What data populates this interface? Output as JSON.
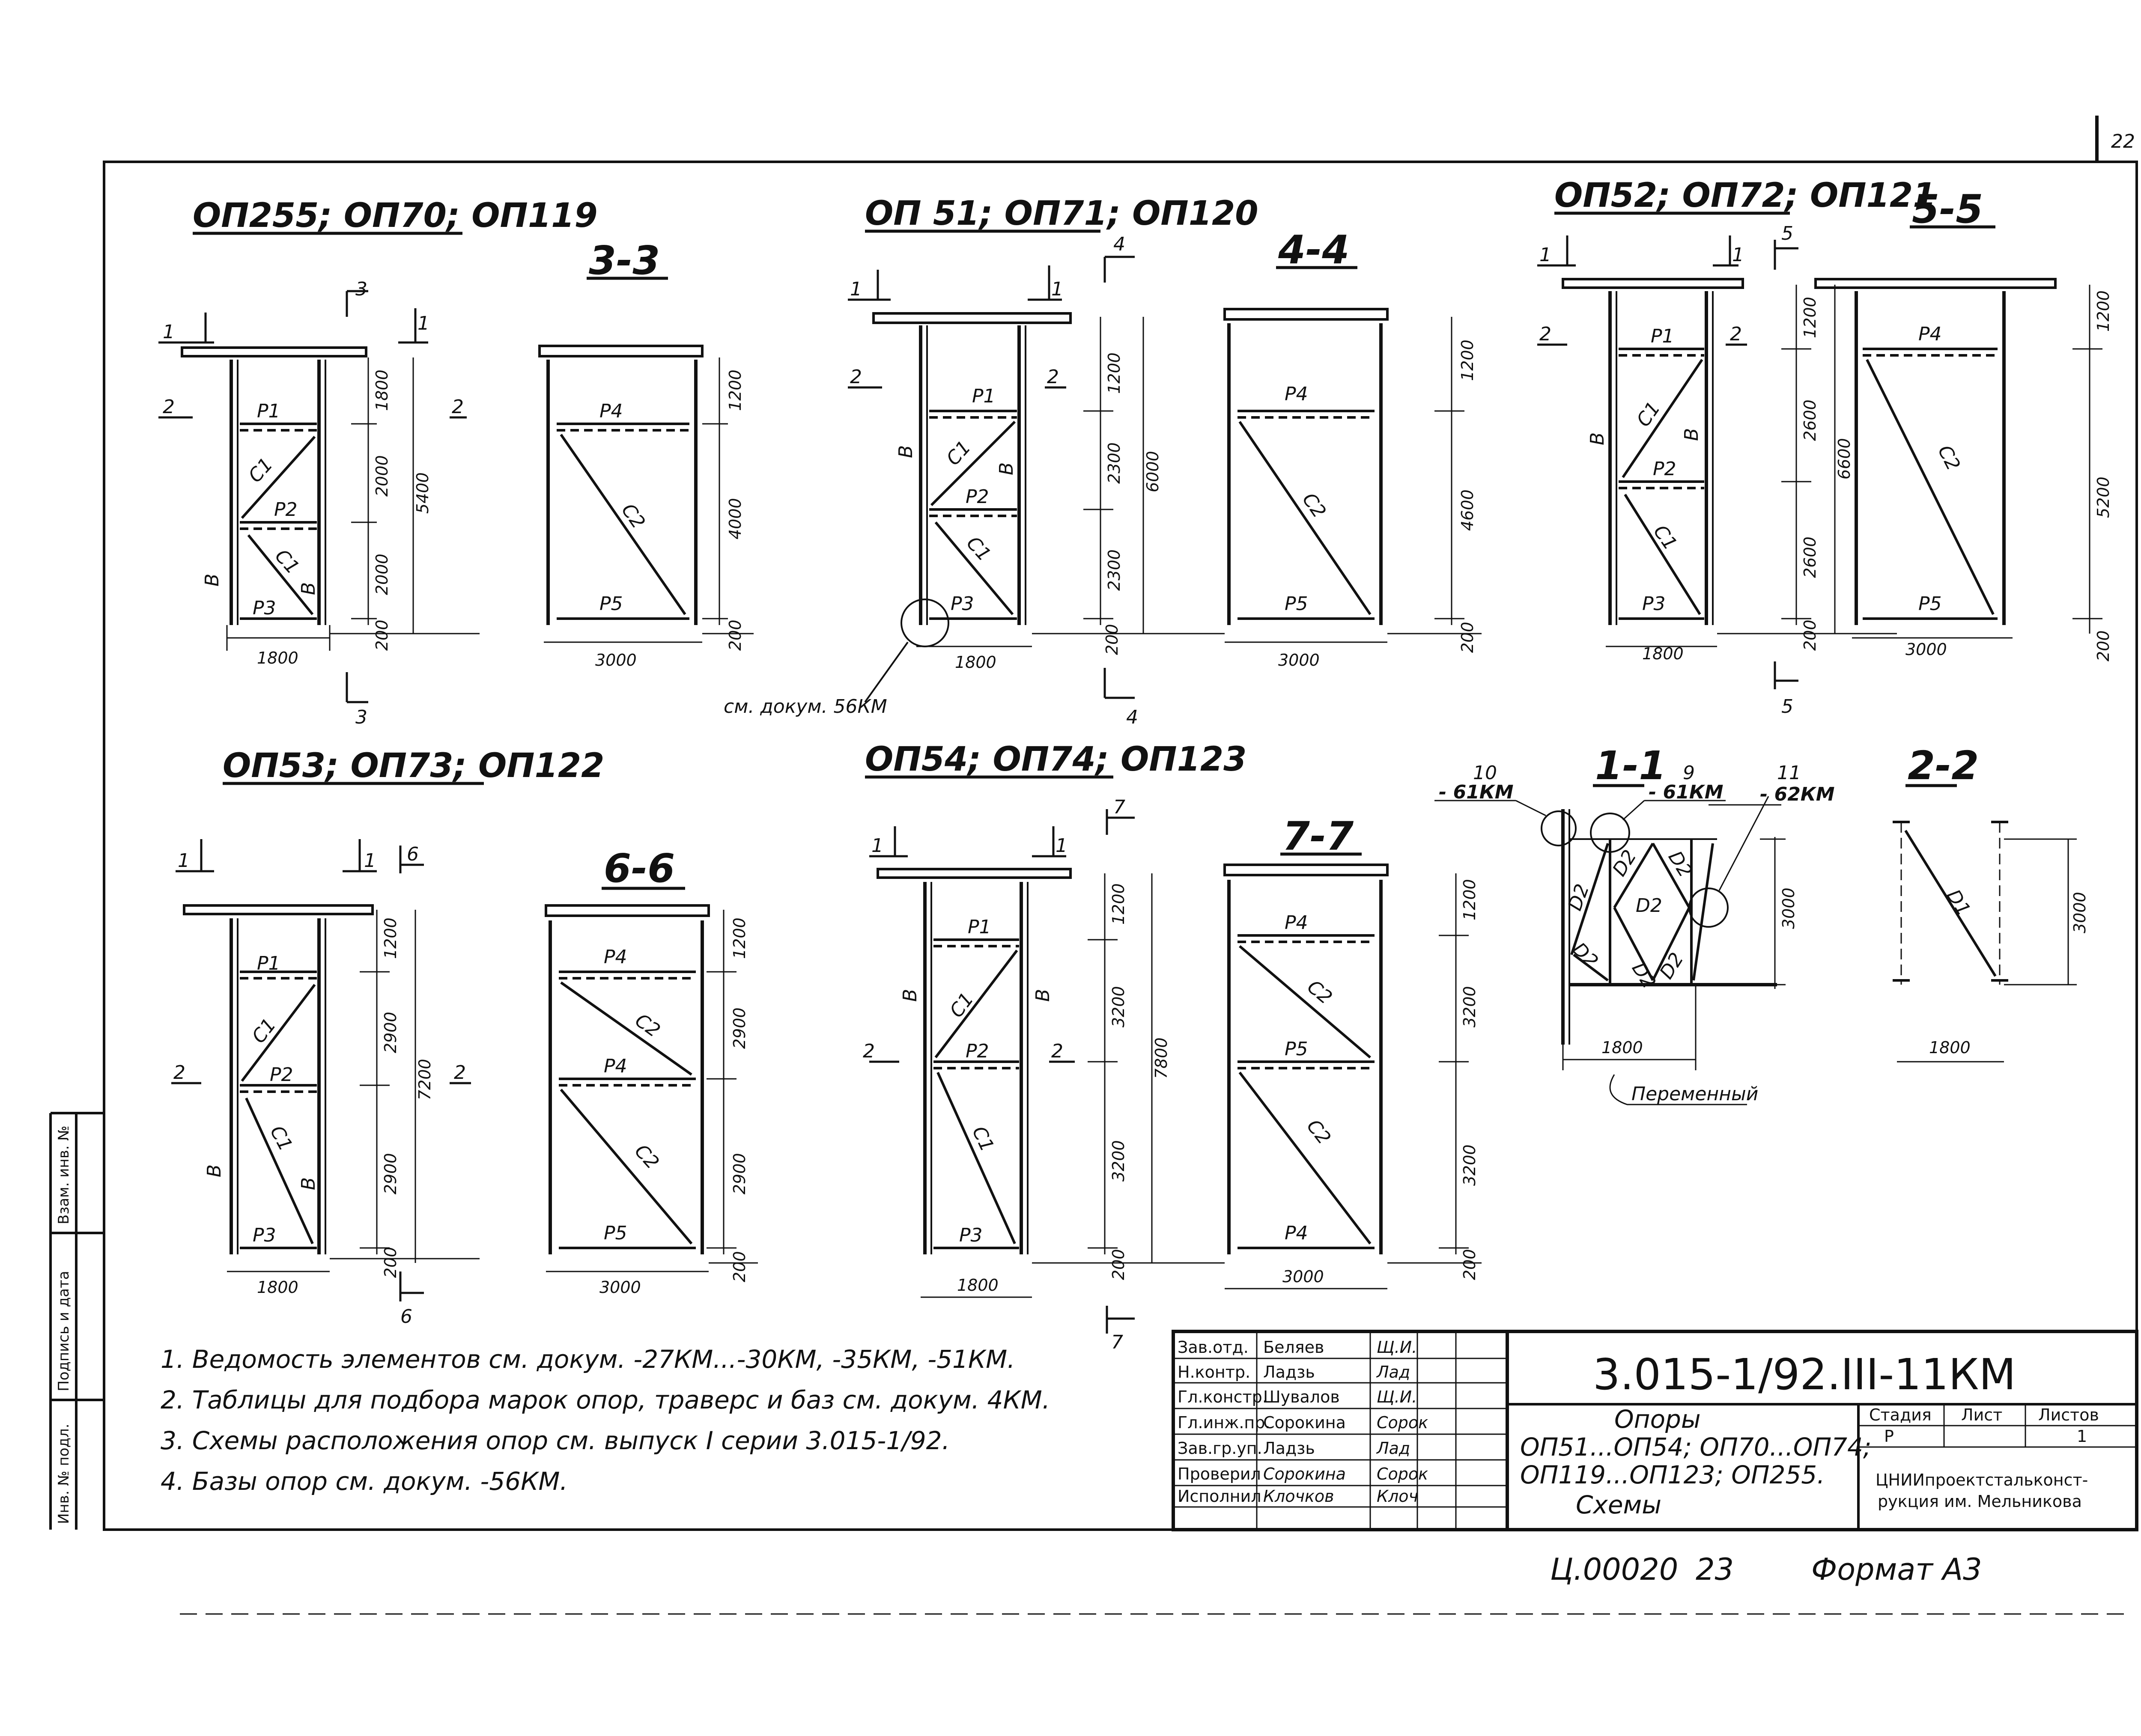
{
  "sheet_number": "22",
  "frame_labels": [
    "Взам. инв. №",
    "Подпись и дата",
    "Инв. № подл."
  ],
  "views": {
    "v1": {
      "title": "ОП255; ОП70; ОП119",
      "members": {
        "p1": "Р1",
        "p2": "Р2",
        "p3": "Р3",
        "c1a": "С1",
        "c1b": "С1",
        "ba": "В",
        "bb": "В"
      },
      "dims": {
        "h1": "1800",
        "h2": "2000",
        "h3": "2000",
        "h4": "200",
        "htot": "5400",
        "w": "1800"
      },
      "cuts": {
        "c1": "1",
        "c2": "2",
        "c1r": "1",
        "c2r": "2",
        "c3t": "3",
        "c3b": "3"
      }
    },
    "v2": {
      "title": "3-3",
      "members": {
        "p4": "Р4",
        "c2": "С2",
        "p5": "Р5"
      },
      "dims": {
        "h1": "1200",
        "h2": "4000",
        "h3": "200",
        "w": "3000"
      }
    },
    "v3": {
      "title": "ОП 51; ОП71; ОП120",
      "members": {
        "p1": "Р1",
        "p2": "Р2",
        "p3": "Р3",
        "c1a": "С1",
        "c1b": "С1",
        "ba": "В",
        "bb": "В"
      },
      "dims": {
        "h1": "1200",
        "h2": "2300",
        "h3": "2300",
        "h4": "200",
        "htot": "6000",
        "w": "1800"
      },
      "cuts": {
        "c1": "1",
        "c2": "2",
        "c1r": "1",
        "c2r": "2",
        "c4t": "4",
        "c4b": "4"
      },
      "callout": "см. докум. 56КМ"
    },
    "v4": {
      "title": "4-4",
      "members": {
        "p4": "Р4",
        "c2": "С2",
        "p5": "Р5"
      },
      "dims": {
        "h1": "1200",
        "h2": "4600",
        "h3": "200",
        "w": "3000"
      }
    },
    "v5": {
      "title": "ОП52; ОП72; ОП121",
      "members": {
        "p1": "Р1",
        "p2": "Р2",
        "p3": "Р3",
        "c1a": "С1",
        "c1b": "С1",
        "ba": "В",
        "bb": "В"
      },
      "dims": {
        "h1": "1200",
        "h2": "2600",
        "h3": "2600",
        "h4": "200",
        "htot": "6600",
        "w": "1800"
      },
      "cuts": {
        "c1": "1",
        "c2": "2",
        "c1r": "1",
        "c2r": "2",
        "c5t": "5",
        "c5b": "5"
      }
    },
    "v6": {
      "title": "5-5",
      "members": {
        "p4": "Р4",
        "c2": "С2",
        "p5": "Р5"
      },
      "dims": {
        "h1": "1200",
        "h2": "5200",
        "h3": "200",
        "w": "3000"
      }
    },
    "v7": {
      "title": "ОП53; ОП73; ОП122",
      "members": {
        "p1": "Р1",
        "p2": "Р2",
        "p3": "Р3",
        "c1a": "С1",
        "c1b": "С1",
        "ba": "В",
        "bb": "В"
      },
      "dims": {
        "h1": "1200",
        "h2": "2900",
        "h3": "2900",
        "h4": "200",
        "htot": "7200",
        "w": "1800"
      },
      "cuts": {
        "c1": "1",
        "c2": "2",
        "c1r": "1",
        "c2r": "2",
        "c6t": "6",
        "c6b": "6"
      }
    },
    "v8": {
      "title": "6-6",
      "members": {
        "p4a": "Р4",
        "c2a": "С2",
        "p4b": "Р4",
        "c2b": "С2",
        "p5": "Р5"
      },
      "dims": {
        "h1": "1200",
        "h2": "2900",
        "h3": "2900",
        "h4": "200",
        "w": "3000"
      }
    },
    "v9": {
      "title": "ОП54; ОП74; ОП123",
      "members": {
        "p1": "Р1",
        "p2": "Р2",
        "p3": "Р3",
        "c1a": "С1",
        "c1b": "С1",
        "ba": "В",
        "bb": "В"
      },
      "dims": {
        "h1": "1200",
        "h2": "3200",
        "h3": "3200",
        "h4": "200",
        "htot": "7800",
        "w": "1800"
      },
      "cuts": {
        "c1": "1",
        "c2": "2",
        "c1r": "1",
        "c2r": "2",
        "c7t": "7",
        "c7b": "7"
      }
    },
    "v10": {
      "title": "7-7",
      "members": {
        "p4a": "Р4",
        "c2a": "С2",
        "p5": "Р5",
        "c2b": "С2",
        "p4b": "Р4"
      },
      "dims": {
        "h1": "1200",
        "h2": "3200",
        "h3": "3200",
        "h4": "200",
        "w": "3000"
      }
    },
    "v11": {
      "title": "1-1",
      "members": {
        "d2a": "D2",
        "d2b": "D2",
        "d2c": "D2",
        "d2d": "D2",
        "d2e": "D2",
        "d2f": "D2",
        "d2g": "D2"
      },
      "dims": {
        "h": "3000",
        "w": "1800"
      },
      "callouts": {
        "n10": "10",
        "r10": "- 61КМ",
        "n9": "9",
        "r9": "- 61КМ",
        "n11": "11",
        "r11": "- 62КМ"
      },
      "note": "Переменный"
    },
    "v12": {
      "title": "2-2",
      "members": {
        "d1": "D1"
      },
      "dims": {
        "h": "3000",
        "w": "1800"
      }
    }
  },
  "notes": [
    "1. Ведомость элементов см. докум. -27КМ...-30КМ, -35КМ, -51КМ.",
    "2. Таблицы для подбора марок опор, траверс и баз см. докум. 4КМ.",
    "3. Схемы расположения опор см. выпуск I серии 3.015-1/92.",
    "4. Базы опор см. докум. -56КМ."
  ],
  "title_block": {
    "doc_code": "3.015-1/92.III-11КМ",
    "roles": [
      "Зав.отд.",
      "Н.контр.",
      "Гл.констр.",
      "Гл.инж.пр.",
      "Зав.гр.уп.",
      "Проверил",
      "Исполнил"
    ],
    "names": [
      "Беляев",
      "Ладзь",
      "Шувалов",
      "Сорокина",
      "Ладзь",
      "Сорокина",
      "Клочков"
    ],
    "signatures": [
      "Щ.И.",
      "Лад",
      "Щ.И.",
      "Сорок",
      "Лад",
      "Сорок",
      "Клоч"
    ],
    "item_title": "Опоры",
    "item_line1": "ОП51...ОП54; ОП70...ОП74;",
    "item_line2": "ОП119...ОП123; ОП255.",
    "item_line3": "Схемы",
    "stage_header": "Стадия",
    "sheet_header": "Лист",
    "sheets_header": "Листов",
    "stage_value": "Р",
    "sheets_value": "1",
    "org_line1": "ЦНИИпроектстальконст-",
    "org_line2": "рукция им. Мельникова"
  },
  "footer": {
    "inv_code": "Ц.00020",
    "page_num": "23",
    "format": "Формат А3"
  }
}
